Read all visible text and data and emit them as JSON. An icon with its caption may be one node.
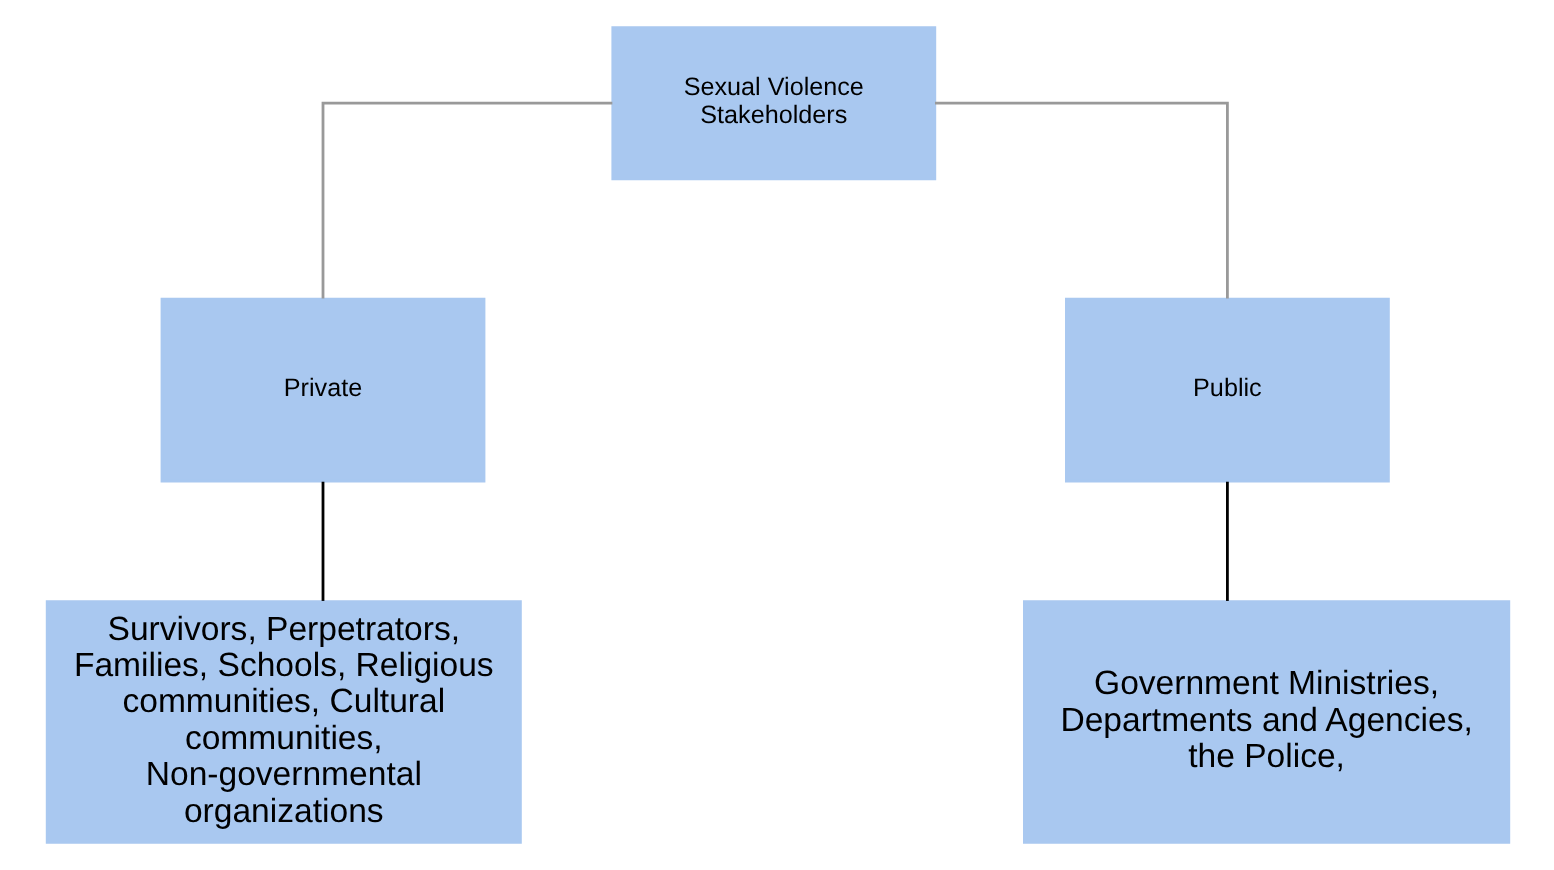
{
  "diagram": {
    "nodes": [
      {
        "text": [
          "Sexual Violence Stakeholders"
        ]
      },
      {
        "text": [
          "Private"
        ]
      },
      {
        "text": [
          "Public"
        ]
      },
      {
        "text": [
          "Survivors, Perpetrators, Families, Schools, Religious communities, Cultural communities, Non-governmental organizations"
        ]
      },
      {
        "text": [
          "Government Ministries, Departments and Agencies, the Police,"
        ]
      }
    ],
    "edges": [
      {
        "from": 0,
        "to": 1,
        "arrow": "none"
      },
      {
        "from": 0,
        "to": 2,
        "arrow": "none"
      },
      {
        "from": 1,
        "to": 3,
        "arrow": "none",
        "color": "#000000"
      },
      {
        "from": 2,
        "to": 4,
        "arrow": "none",
        "color": "#000000"
      }
    ]
  }
}
